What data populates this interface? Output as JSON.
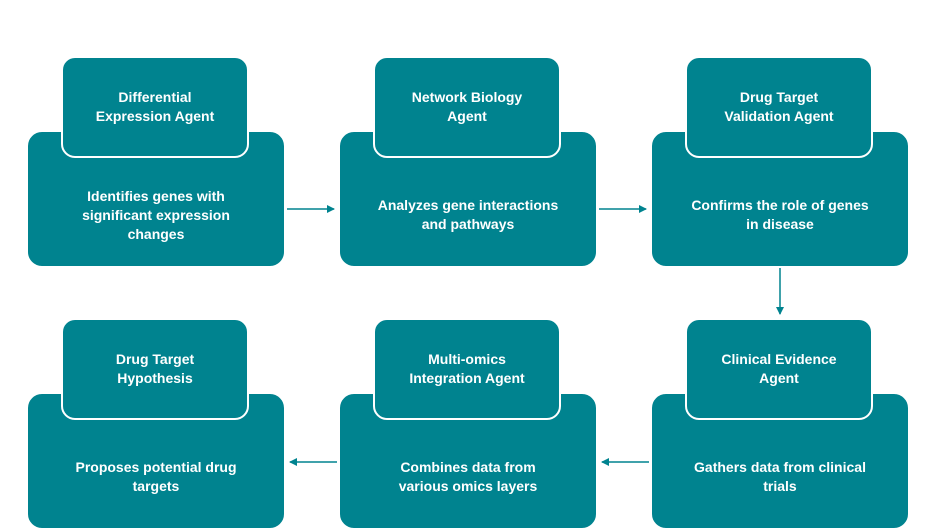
{
  "colors": {
    "node_fill": "#00838f",
    "node_border": "#ffffff",
    "arrow": "#00838f",
    "text": "#ffffff",
    "background": "#ffffff"
  },
  "nodes": [
    {
      "id": "differential-expression",
      "title": "Differential\nExpression Agent",
      "description": "Identifies genes with\nsignificant expression\nchanges"
    },
    {
      "id": "network-biology",
      "title": "Network Biology\nAgent",
      "description": "Analyzes gene interactions\nand pathways"
    },
    {
      "id": "drug-target-validation",
      "title": "Drug Target\nValidation Agent",
      "description": "Confirms the role of genes\nin disease"
    },
    {
      "id": "clinical-evidence",
      "title": "Clinical Evidence\nAgent",
      "description": "Gathers data from clinical\ntrials"
    },
    {
      "id": "multi-omics-integration",
      "title": "Multi-omics\nIntegration Agent",
      "description": "Combines data from\nvarious omics layers"
    },
    {
      "id": "drug-target-hypothesis",
      "title": "Drug Target\nHypothesis",
      "description": "Proposes potential drug\ntargets"
    }
  ],
  "edges": [
    {
      "from": "differential-expression",
      "to": "network-biology"
    },
    {
      "from": "network-biology",
      "to": "drug-target-validation"
    },
    {
      "from": "drug-target-validation",
      "to": "clinical-evidence"
    },
    {
      "from": "clinical-evidence",
      "to": "multi-omics-integration"
    },
    {
      "from": "multi-omics-integration",
      "to": "drug-target-hypothesis"
    }
  ]
}
